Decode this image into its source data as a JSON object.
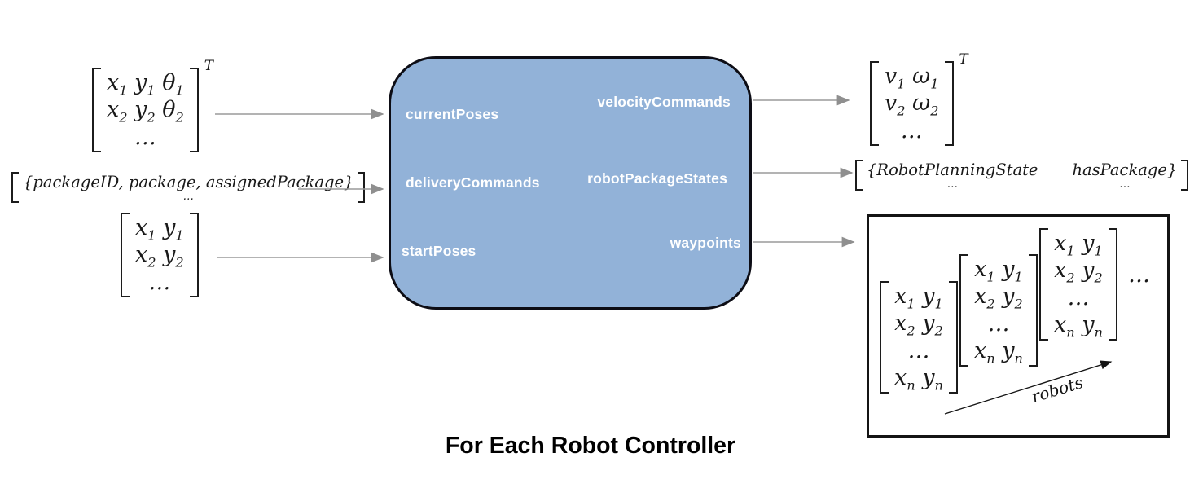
{
  "title": "For Each Robot Controller",
  "block": {
    "fill_color": "#92b2d8",
    "border_color": "#0d0d15",
    "inputs": [
      "currentPoses",
      "deliveryCommands",
      "startPoses"
    ],
    "outputs": [
      "velocityCommands",
      "robotPackageStates",
      "waypoints"
    ]
  },
  "arrow_color": "#9a9a9a",
  "math": {
    "current_poses": {
      "rows": [
        [
          "x_1 y_1 θ_1"
        ],
        [
          "x_2 y_2 θ_2"
        ],
        [
          "…"
        ]
      ],
      "sup": "T"
    },
    "delivery_commands": {
      "rows": [
        [
          "{packageID, package, assignedPackage}"
        ],
        [
          "…"
        ]
      ]
    },
    "start_poses": {
      "rows": [
        [
          "x_1  y_1"
        ],
        [
          "x_2 y_2"
        ],
        [
          "…"
        ]
      ]
    },
    "velocity_commands": {
      "rows": [
        [
          "v_1 ω_1"
        ],
        [
          "v_2 ω_2"
        ],
        [
          "…"
        ]
      ],
      "sup": "T"
    },
    "robot_package_states": {
      "rows": [
        [
          "{RobotPlanningState",
          "hasPackage}"
        ],
        [
          "…",
          "…"
        ]
      ]
    },
    "waypoints_matrix": {
      "rows": [
        [
          "x_1 y_1"
        ],
        [
          "x_2 y_2"
        ],
        [
          "…"
        ],
        [
          "x_n y_n"
        ]
      ]
    },
    "waypoints_ellipsis": "…",
    "robots_arrow_label": "robots"
  }
}
